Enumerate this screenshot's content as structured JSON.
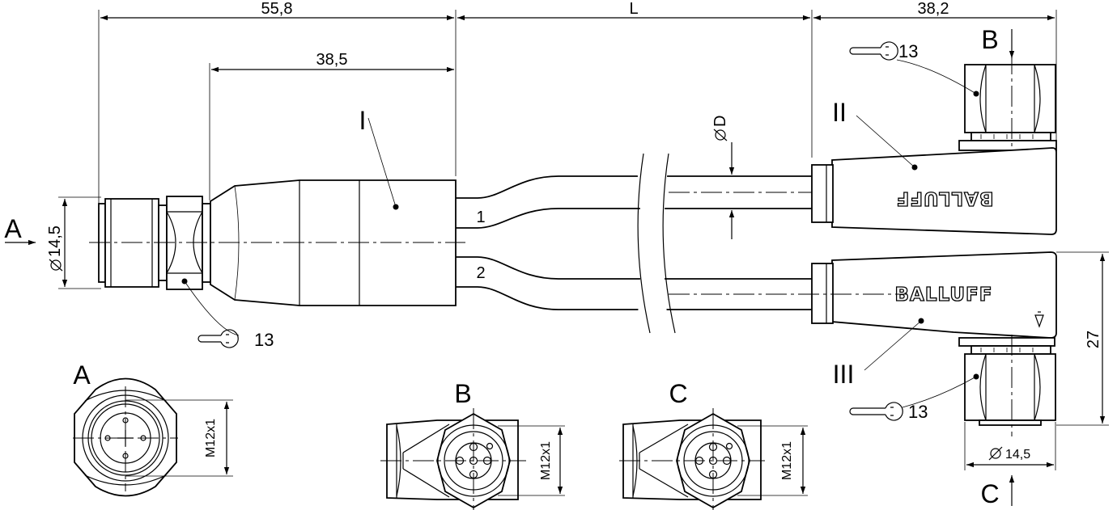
{
  "dimensions": {
    "overall_left": "55,8",
    "body_length": "38,5",
    "cable_length": "L",
    "angle_length": "38,2",
    "diameter_male": "14,5",
    "diameter_angled": "14,5",
    "cable_diameter": "D",
    "height_27": "27",
    "thread_a": "M12x1",
    "thread_b": "M12x1",
    "thread_c": "M12x1"
  },
  "labels": {
    "part_1": "I",
    "part_2": "II",
    "part_3": "III",
    "cable_1": "1",
    "cable_2": "2",
    "view_a": "A",
    "view_b": "B",
    "view_c": "C",
    "wrench_size": "13"
  },
  "brand": {
    "name": "BALLUFF"
  },
  "icons": {
    "wrench": "wrench-icon",
    "diameter": "diameter-symbol"
  }
}
